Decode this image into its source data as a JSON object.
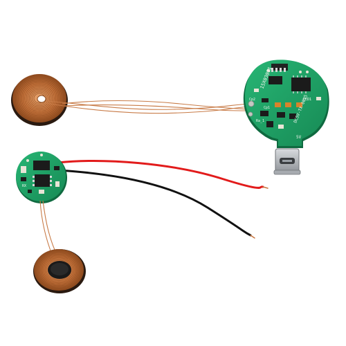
{
  "image": {
    "background": "#ffffff",
    "colors": {
      "pcb_green": "#1fa86a",
      "pcb_dark": "#168a55",
      "copper": "#c8743c",
      "wire_red": "#e21b1b",
      "wire_black": "#111111",
      "chip_black": "#1b1b1b",
      "component_orange": "#d9822b",
      "usb_silver": "#b9bcc0"
    },
    "transmitter_board_texts": [
      "15X03071",
      "Cp1",
      "LED1",
      "Cp2",
      "Ra_1",
      "DC5V-TX-00V5",
      "5V"
    ],
    "receiver_board_texts": [
      "RX"
    ],
    "icons": [
      "copper-coil",
      "pcb-board",
      "usb-port",
      "ic-chip",
      "wire"
    ]
  }
}
